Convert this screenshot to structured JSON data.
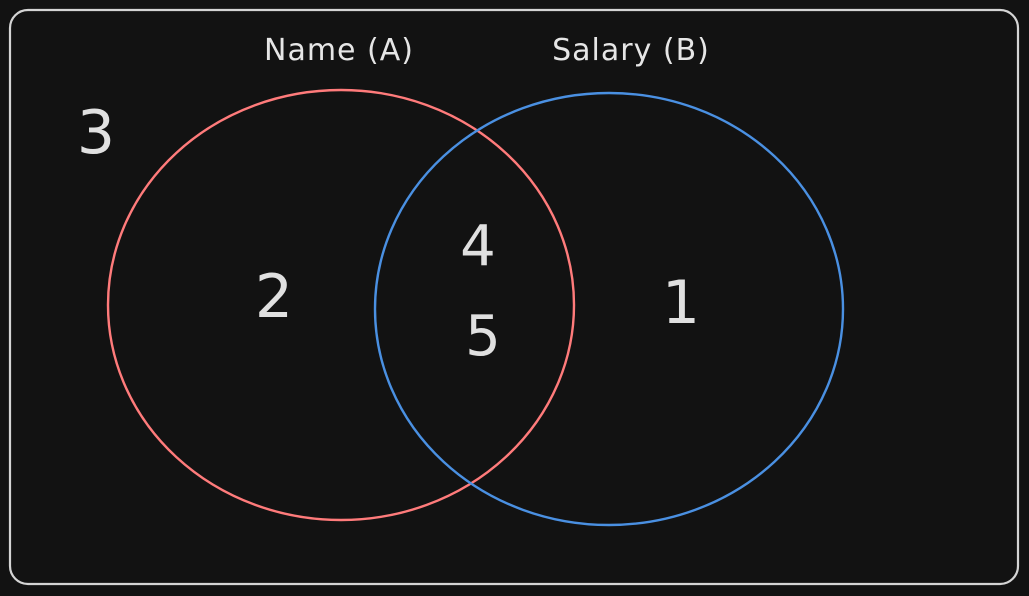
{
  "colors": {
    "background": "#121212",
    "frame": "#d4d4d4",
    "set_a": "#ff7b7b",
    "set_b": "#4a90e2",
    "text": "#e6e6e6"
  },
  "sets": {
    "a": {
      "label": "Name (A)"
    },
    "b": {
      "label": "Salary (B)"
    }
  },
  "regions": {
    "outside": [
      "3"
    ],
    "only_a": [
      "2"
    ],
    "a_and_b": [
      "4",
      "5"
    ],
    "only_b": [
      "1"
    ]
  }
}
